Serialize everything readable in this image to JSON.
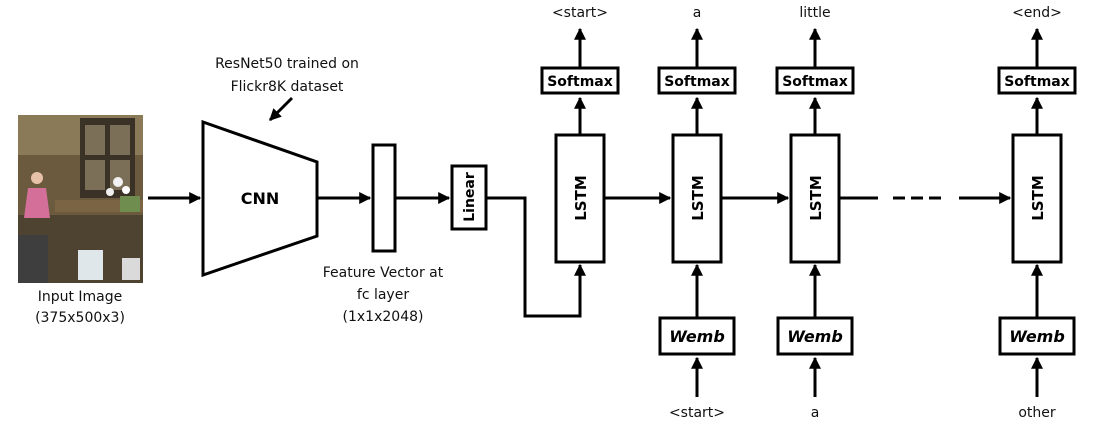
{
  "input_image": {
    "caption_line1": "Input Image",
    "caption_line2": "(375x500x3)"
  },
  "cnn": {
    "label": "CNN",
    "note_line1": "ResNet50 trained on",
    "note_line2": "Flickr8K dataset"
  },
  "feature_vector": {
    "line1": "Feature Vector at",
    "line2": "fc layer",
    "line3": "(1x1x2048)"
  },
  "linear": {
    "label": "Linear"
  },
  "lstm_label": "LSTM",
  "softmax_label": "Softmax",
  "wemb_label": "Wemb",
  "outputs": [
    "<start>",
    "a",
    "little",
    "<end>"
  ],
  "inputs": [
    "<start>",
    "a",
    "other"
  ]
}
